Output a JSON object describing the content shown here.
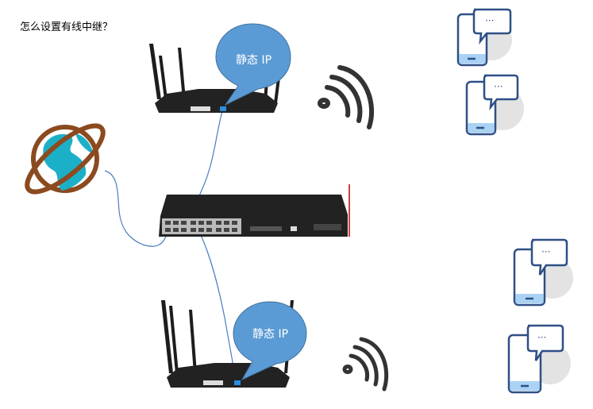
{
  "title": "怎么设置有线中继？",
  "routers": [
    {
      "id": "router-top",
      "label": "静态 IP"
    },
    {
      "id": "router-bottom",
      "label": "静态 IP"
    }
  ],
  "icons": {
    "internet": "globe-icon",
    "switch": "network-switch",
    "wifi": "wifi-signal-icon",
    "device": "smartphone-chat-icon"
  },
  "colors": {
    "bubble_fill": "#5b9bd5",
    "bubble_stroke": "#41719c",
    "cable": "#4a7ebb",
    "globe_ring": "#8b4a1f",
    "globe_sea": "#1cb0c8",
    "phone_stroke": "#2f4f86",
    "phone_fill": "#a9d2f5",
    "marker_line": "#c00000"
  }
}
